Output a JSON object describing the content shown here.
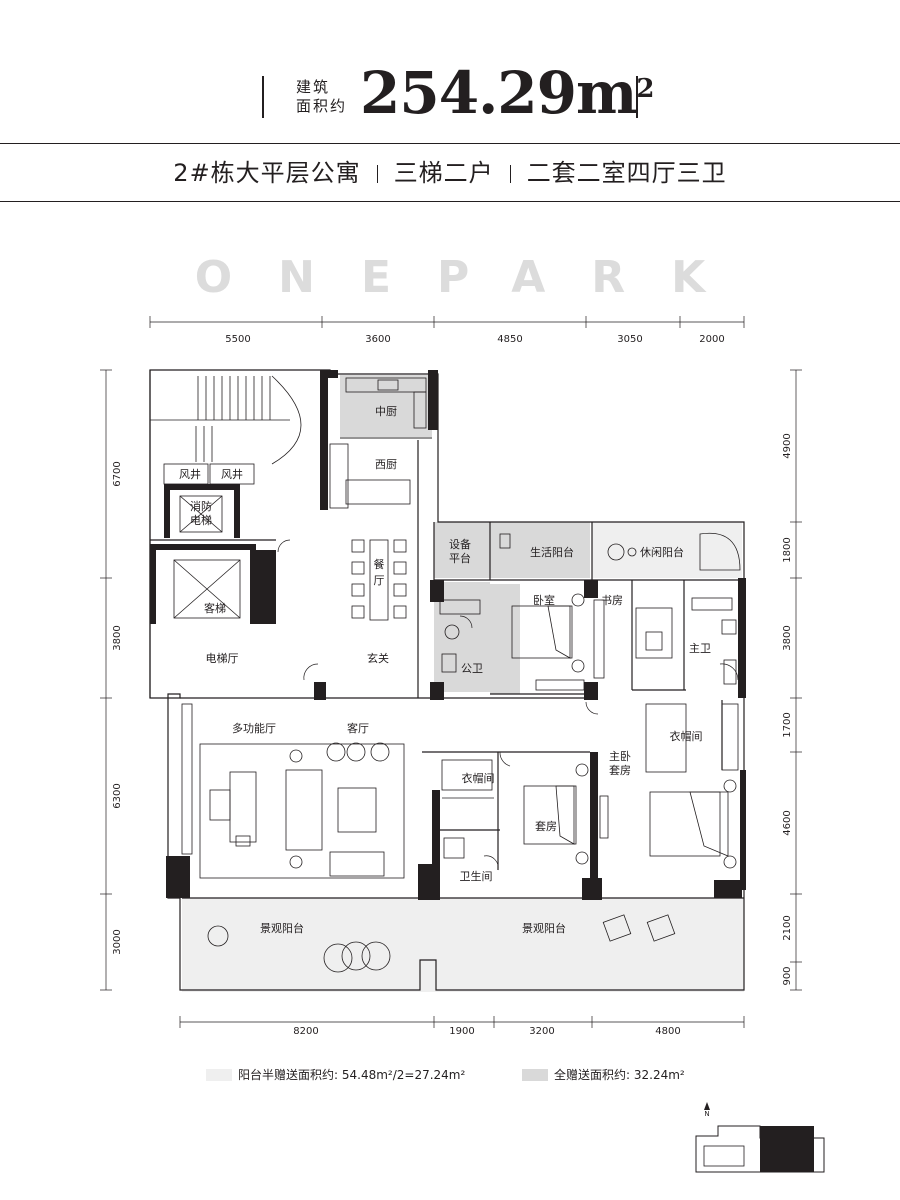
{
  "header": {
    "area_label_line1": "建筑",
    "area_label_line2": "面积约",
    "area_value": "254.29m",
    "area_superscript": "2",
    "subtitle_parts": [
      "2#栋大平层公寓",
      "三梯二户",
      "二套二室四厅三卫"
    ]
  },
  "brand": "ONEPARK",
  "dimensions": {
    "top": [
      "5500",
      "3600",
      "4850",
      "3050",
      "2000"
    ],
    "bottom": [
      "8200",
      "1900",
      "3200",
      "4800"
    ],
    "left": [
      "6700",
      "3800",
      "6300",
      "3000"
    ],
    "right": [
      "4900",
      "1800",
      "3800",
      "1700",
      "4600",
      "2100",
      "900"
    ]
  },
  "rooms": {
    "kitchen_chinese": "中厨",
    "kitchen_western": "西厨",
    "dining": "餐厅",
    "foyer": "玄关",
    "air_shaft_1": "风井",
    "air_shaft_2": "风井",
    "fire_elevator": "消防电梯",
    "guest_elevator": "客梯",
    "elevator_hall": "电梯厅",
    "equipment_platform": "设备平台",
    "service_balcony": "生活阳台",
    "leisure_balcony": "休闲阳台",
    "bedroom": "卧室",
    "study": "书房",
    "master_bath": "主卫",
    "public_bath": "公卫",
    "walk_in_closet_master": "衣帽间",
    "master_suite": "主卧套房",
    "multi_function_hall": "多功能厅",
    "living_room": "客厅",
    "walk_in_closet_suite": "衣帽间",
    "suite": "套房",
    "bathroom": "卫生间",
    "landscape_balcony_1": "景观阳台",
    "landscape_balcony_2": "景观阳台"
  },
  "legend": {
    "half_gift_label": "阳台半赠送面积约: 54.48m²/2=27.24m²",
    "full_gift_label": "全赠送面积约: 32.24m²",
    "half_gift_color": "#efefef",
    "full_gift_color": "#d9d9d9"
  },
  "compass_label": "N",
  "colors": {
    "wall": "#231f20",
    "brand": "#dcdcdc"
  }
}
